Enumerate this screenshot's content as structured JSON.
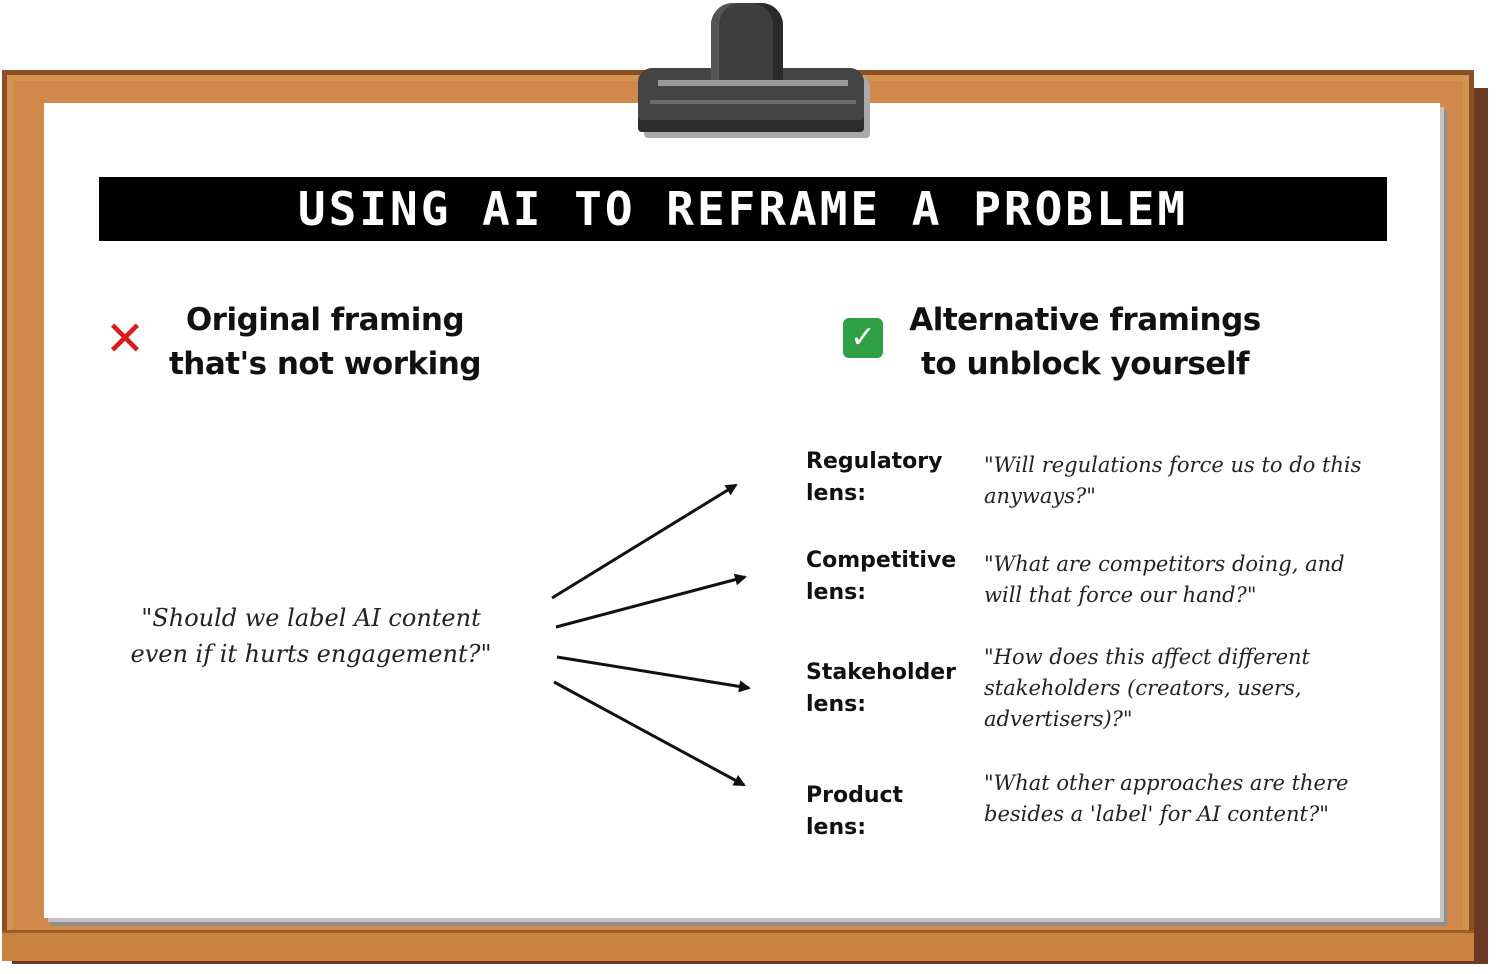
{
  "title": "USING AI TO REFRAME A PROBLEM",
  "left_heading": {
    "line1": "Original framing",
    "line2": "that's not working",
    "icon": "cross-mark-icon",
    "icon_color": "#d81b1b"
  },
  "right_heading": {
    "line1": "Alternative framings",
    "line2": "to unblock yourself",
    "icon": "check-mark-icon",
    "icon_color": "#2ea043"
  },
  "original_question": {
    "line1": "\"Should we label AI content",
    "line2": "even if it hurts engagement?\""
  },
  "lenses": [
    {
      "label1": "Regulatory",
      "label2": "lens:",
      "text": "\"Will regulations force us to do this anyways?\""
    },
    {
      "label1": "Competitive",
      "label2": "lens:",
      "text": "\"What are competitors doing, and will that force our hand?\""
    },
    {
      "label1": "Stakeholder",
      "label2": "lens:",
      "text": "\"How does this affect different stakeholders (creators, users, advertisers)?\""
    },
    {
      "label1": "Product",
      "label2": "lens:",
      "text": "\"What other approaches are there besides a 'label' for AI content?\""
    }
  ]
}
